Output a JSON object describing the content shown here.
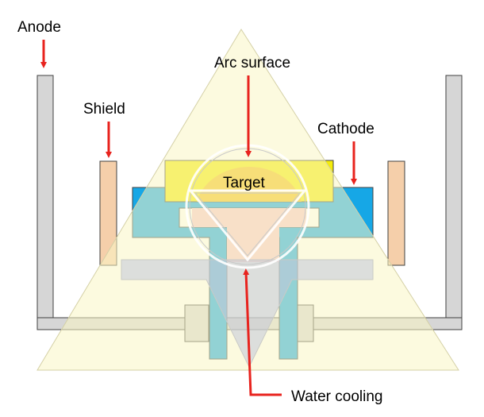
{
  "labels": {
    "anode": "Anode",
    "shield": "Shield",
    "arc_surface": "Arc surface",
    "cathode": "Cathode",
    "target": "Target",
    "water_cooling": "Water cooling"
  },
  "colors": {
    "arrow": "#e8231e",
    "anode_fill": "#d6d6d6",
    "shield_fill": "#f5cfaa",
    "cathode_fill": "#16a7e6",
    "target_fill": "#f4ec0a",
    "target_dome": "#f3c21c",
    "inner_core": "#f7c6cc",
    "cooling_fill": "#7f8ef3",
    "plasma_fill": "#f9f6c4",
    "outline": "#404040"
  }
}
